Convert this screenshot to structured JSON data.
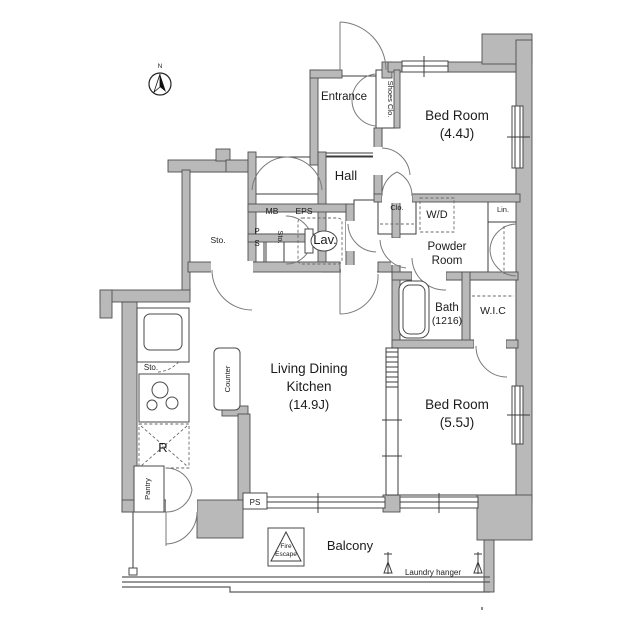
{
  "colors": {
    "wall": "#b9b9b9",
    "line": "#3c3c3c",
    "bg": "#ffffff"
  },
  "compass": {
    "north_label": "N"
  },
  "rooms": {
    "entrance": {
      "label": "Entrance"
    },
    "shoes_closet": {
      "label": "Shoes Clo."
    },
    "bedroom1": {
      "label": "Bed Room",
      "size": "(4.4J)"
    },
    "hall": {
      "label": "Hall"
    },
    "meter_box": {
      "label": "MB"
    },
    "eps": {
      "label": "EPS"
    },
    "closet": {
      "label": "Clo."
    },
    "washer_dryer": {
      "label": "W/D"
    },
    "linen": {
      "label": "Lin."
    },
    "powder_room": {
      "line1": "Powder",
      "line2": "Room"
    },
    "storage_hall": {
      "label": "Sto."
    },
    "pipe_space_upper": {
      "p": "P",
      "s": "S"
    },
    "storage_lav": {
      "label": "Sto."
    },
    "lavatory": {
      "label": "Lav."
    },
    "bath": {
      "label": "Bath",
      "size": "(1216)"
    },
    "wic": {
      "label": "W.I.C"
    },
    "ldk": {
      "line1": "Living Dining",
      "line2": "Kitchen",
      "size": "(14.9J)"
    },
    "counter": {
      "label": "Counter"
    },
    "storage_kitchen": {
      "label": "Sto."
    },
    "refrigerator": {
      "label": "R"
    },
    "pantry": {
      "label": "Pantry"
    },
    "bedroom2": {
      "label": "Bed Room",
      "size": "(5.5J)"
    },
    "pipe_space_lower": {
      "label": "PS"
    },
    "balcony": {
      "label": "Balcony"
    },
    "fire_escape": {
      "line1": "Fire",
      "line2": "Escape"
    },
    "laundry_hanger": {
      "label": "Laundry hanger"
    }
  }
}
